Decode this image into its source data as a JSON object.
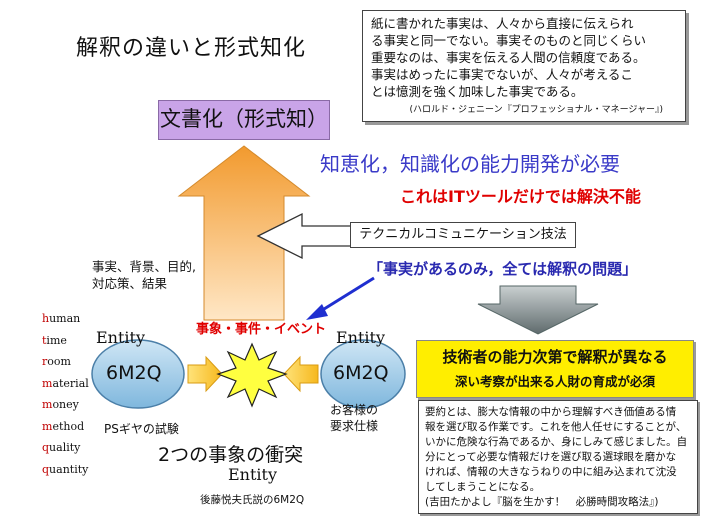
{
  "title": "解釈の違いと形式知化",
  "quote": {
    "lines": [
      "紙に書かれた事実は、人々から直接に伝えられ",
      "る事実と同一でない。事実そのものと同じくらい",
      "重要なのは、事実を伝える人間の信頼度である。",
      "事実はめったに事実でないが、人々が考えるこ",
      "とは憶測を強く加味した事実である。"
    ],
    "source": "(ハロルド・ジェニーン『プロフェッショナル・マネージャー』)"
  },
  "bunsho": "文書化（形式知）",
  "chie": "知恵化，知識化の能力開発が必要",
  "it_note": "これはITツールだけでは解決不能",
  "tech_box": "テクニカルコミュニケーション技法",
  "kaishaku": "「事実があるのみ，全ては解釈の問題」",
  "facts": [
    "事実、背景、目的,",
    "対応策、結果"
  ],
  "jisho": "事象・事件・イベント",
  "entity_label": "Entity",
  "circle_label": "6M2Q",
  "m_list": [
    {
      "first": "h",
      "rest": "uman"
    },
    {
      "first": "t",
      "rest": "ime"
    },
    {
      "first": "r",
      "rest": "oom"
    },
    {
      "first": "m",
      "rest": "aterial"
    },
    {
      "first": "m",
      "rest": "oney"
    },
    {
      "first": "m",
      "rest": "ethod"
    },
    {
      "first": "q",
      "rest": "uality"
    },
    {
      "first": "q",
      "rest": "uantity"
    }
  ],
  "ps_label": "PSギヤの試験",
  "customer": [
    "お客様の",
    "要求仕様"
  ],
  "collision": "2つの事象の衝突",
  "goto": "後藤悦夫氏説の6M2Q",
  "yellow": {
    "line1": "技術者の能力次第で解釈が異なる",
    "line2": "深い考察が出来る人財の育成が必須"
  },
  "summary": [
    "要約とは、膨大な情報の中から理解すべき価値ある情",
    "報を選び取る作業です。これを他人任せにすることが、",
    "いかに危険な行為であるか、身にしみて感じました。自",
    "分にとって必要な情報だけを選び取る選球眼を磨かな",
    "ければ、情報の大きなうねりの中に組み込まれて沈没",
    "してしまうことになる。",
    "(吉田たかよし『脳を生かす！　必勝時間攻略法』)"
  ],
  "colors": {
    "arrow_top": "#f29a2e",
    "arrow_bottom": "#ffe6bf",
    "lavender": "#c9a4e8",
    "blue_text": "#3a3ac8",
    "red_text": "#e00000",
    "circle_fill": "#9ecbe8",
    "yellow": "#ffee00",
    "gray_arrow": "#7f8c8f"
  }
}
